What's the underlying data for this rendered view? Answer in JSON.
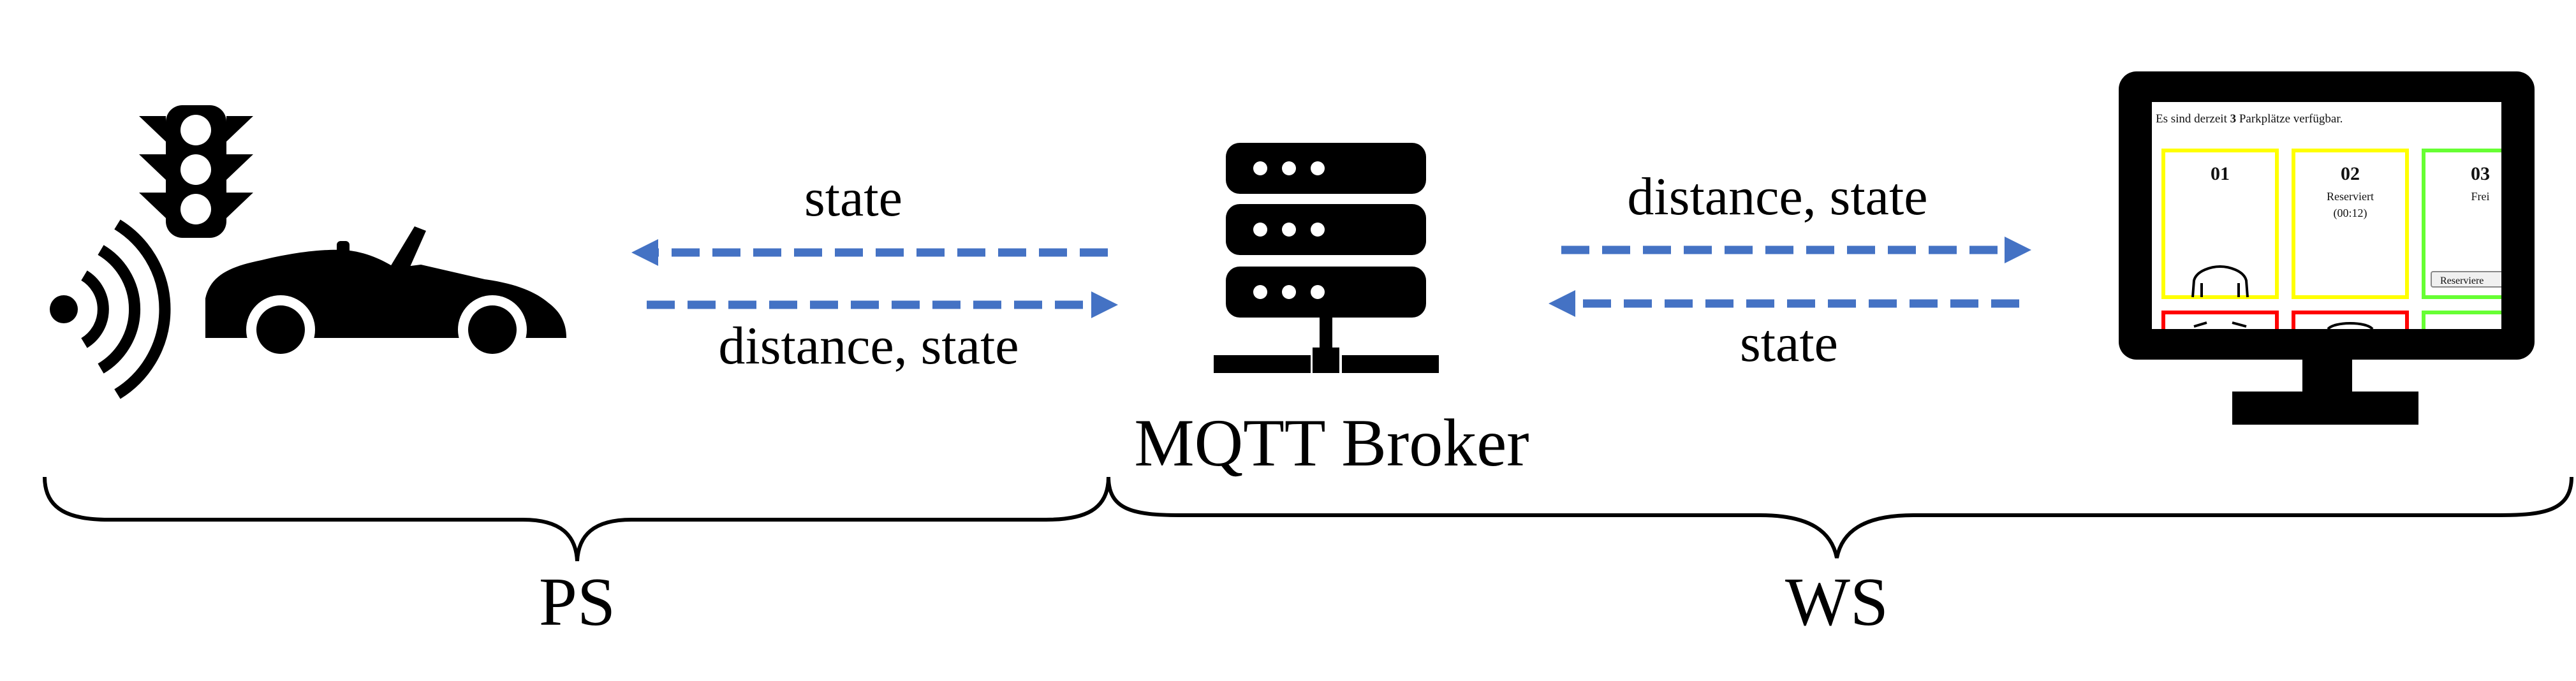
{
  "arrows_left": {
    "top_label": "state",
    "bottom_label": "distance, state"
  },
  "arrows_right": {
    "top_label": "distance, state",
    "bottom_label": "state"
  },
  "broker": {
    "label": "MQTT Broker"
  },
  "groups": {
    "left": "PS",
    "right": "WS"
  },
  "arrow_color": "#4472C4",
  "monitor_screen": {
    "headline_prefix": "Es sind derzeit ",
    "headline_count": "3",
    "headline_suffix": " Parkplätze verfügbar.",
    "spots": [
      {
        "number": "01",
        "status": "",
        "timer": "",
        "border_color": "#FFFF00"
      },
      {
        "number": "02",
        "status": "Reserviert",
        "timer": "(00:12)",
        "border_color": "#FFFF00"
      },
      {
        "number": "03",
        "status": "Frei",
        "timer": "",
        "border_color": "#66FF33"
      }
    ],
    "reserve_button": "Reserviere",
    "lower_row_colors": [
      "#FF0000",
      "#FF0000",
      "#66FF33"
    ]
  }
}
